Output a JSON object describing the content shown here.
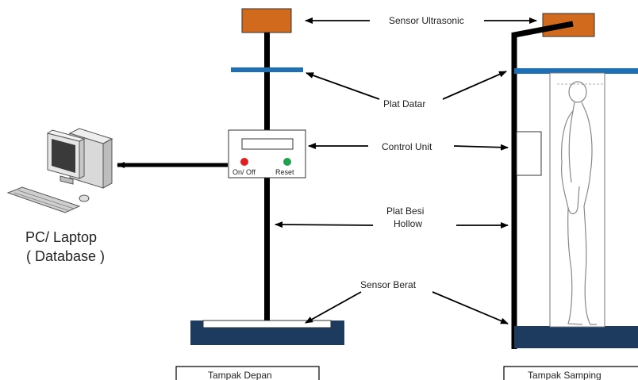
{
  "labels": {
    "sensor_ultrasonic": "Sensor Ultrasonic",
    "plat_datar": "Plat Datar",
    "control_unit": "Control Unit",
    "plat_besi_line1": "Plat Besi",
    "plat_besi_line2": "Hollow",
    "sensor_berat": "Sensor Berat",
    "pc_line1": "PC/ Laptop",
    "pc_line2": "( Database )",
    "on_off": "On/ Off",
    "reset": "Reset",
    "front_view": "Tampak Depan",
    "side_view": "Tampak Samping"
  },
  "colors": {
    "sensor": "#d26a1e",
    "plate": "#1f6fb5",
    "base": "#1d3a5f",
    "pole": "#000000",
    "on_off_button": "#e02020",
    "reset_button": "#20a050"
  }
}
